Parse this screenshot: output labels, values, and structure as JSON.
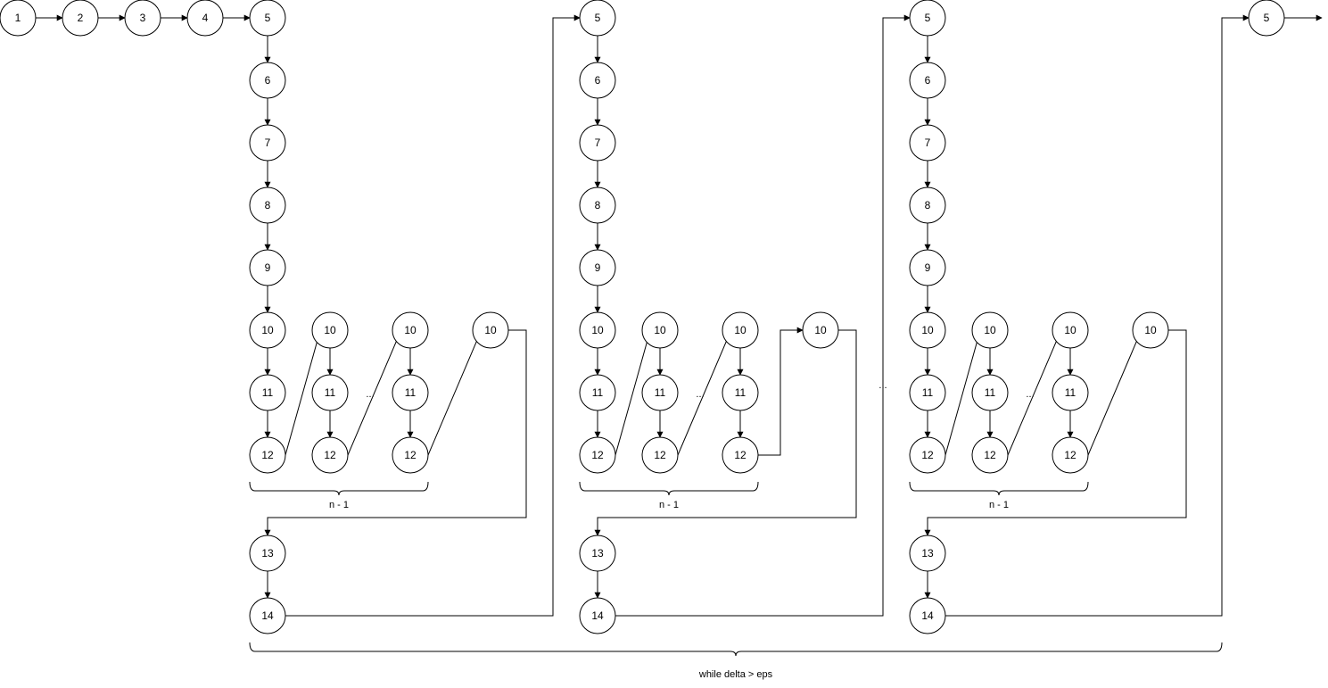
{
  "diagram": {
    "node_labels": {
      "n1": "1",
      "n2": "2",
      "n3": "3",
      "n4": "4",
      "n5": "5",
      "n6": "6",
      "n7": "7",
      "n8": "8",
      "n9": "9",
      "n10": "10",
      "n11": "11",
      "n12": "12",
      "n13": "13",
      "n14": "14"
    },
    "inner_loop_label": "n - 1",
    "outer_loop_label": "while delta > eps",
    "ellipsis": "..."
  }
}
